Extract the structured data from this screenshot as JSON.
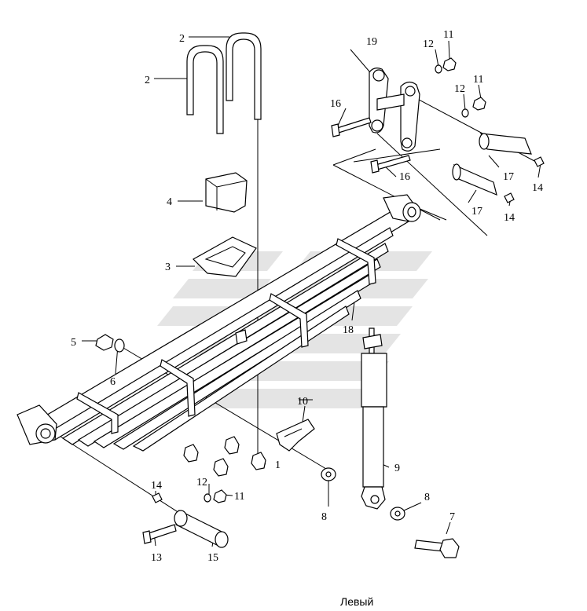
{
  "caption": "Левый",
  "callouts": {
    "c1": "1",
    "c2a": "2",
    "c2b": "2",
    "c3": "3",
    "c4": "4",
    "c5": "5",
    "c6": "6",
    "c7": "7",
    "c8a": "8",
    "c8b": "8",
    "c9": "9",
    "c10": "10",
    "c11a": "11",
    "c11b": "11",
    "c11c": "11",
    "c12a": "12",
    "c12b": "12",
    "c12c": "12",
    "c13": "13",
    "c14a": "14",
    "c14b": "14",
    "c14c": "14",
    "c15": "15",
    "c16a": "16",
    "c16b": "16",
    "c17a": "17",
    "c17b": "17",
    "c18": "18",
    "c19": "19"
  }
}
